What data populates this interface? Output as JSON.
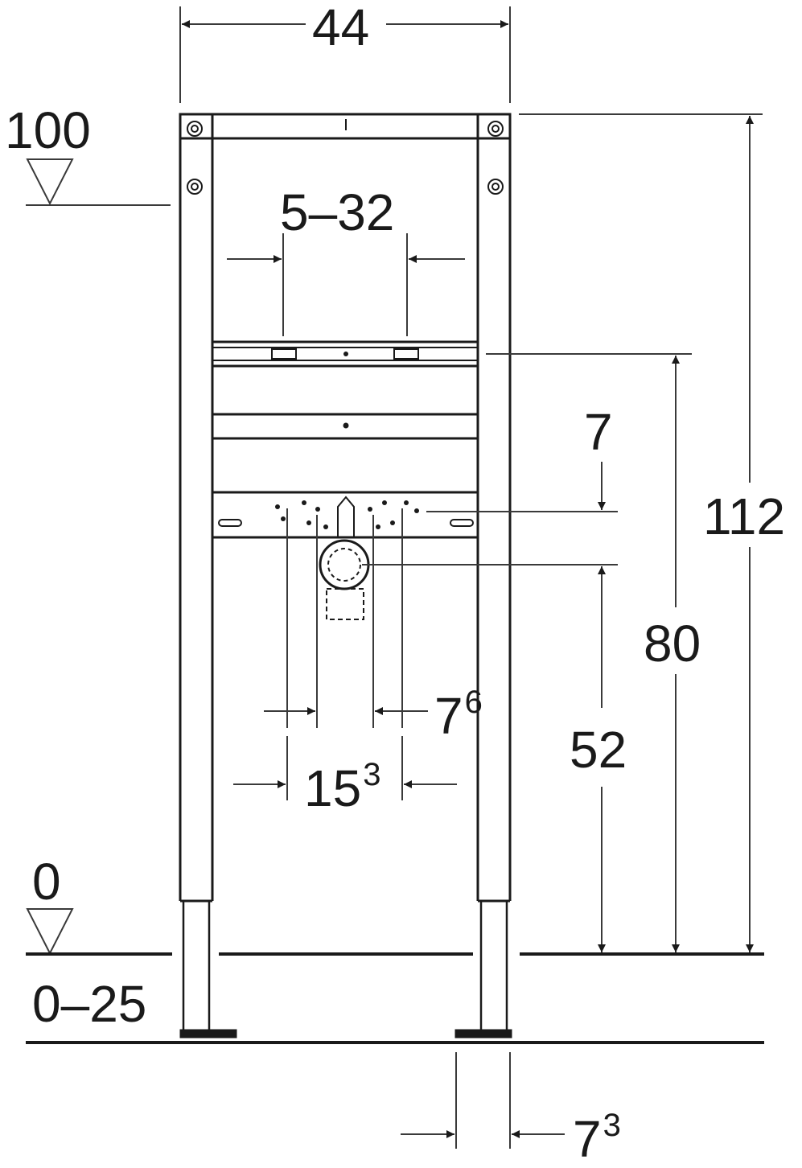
{
  "diagram": {
    "type": "technical-dimension-drawing",
    "subject": "washbasin installation frame, front view",
    "units": "cm",
    "colors": {
      "line": "#1a1a1a",
      "dim_line": "#3a3a3a",
      "background": "#ffffff"
    }
  },
  "dimensions": {
    "frame_width": {
      "value": "44"
    },
    "tap_spacing": {
      "value": "5–32"
    },
    "total_height": {
      "value": "112"
    },
    "crossbar_height": {
      "value": "80"
    },
    "supply_offset": {
      "value": "7"
    },
    "drain_height": {
      "value": "52"
    },
    "supply_spacing_outer": {
      "base": "15",
      "sup": "3"
    },
    "supply_spacing_inner": {
      "base": "7",
      "sup": "6"
    },
    "foot_depth": {
      "base": "7",
      "sup": "3"
    }
  },
  "levels": {
    "top": {
      "label": "100"
    },
    "floor": {
      "label": "0"
    },
    "adjustment": {
      "label": "0–25"
    }
  }
}
